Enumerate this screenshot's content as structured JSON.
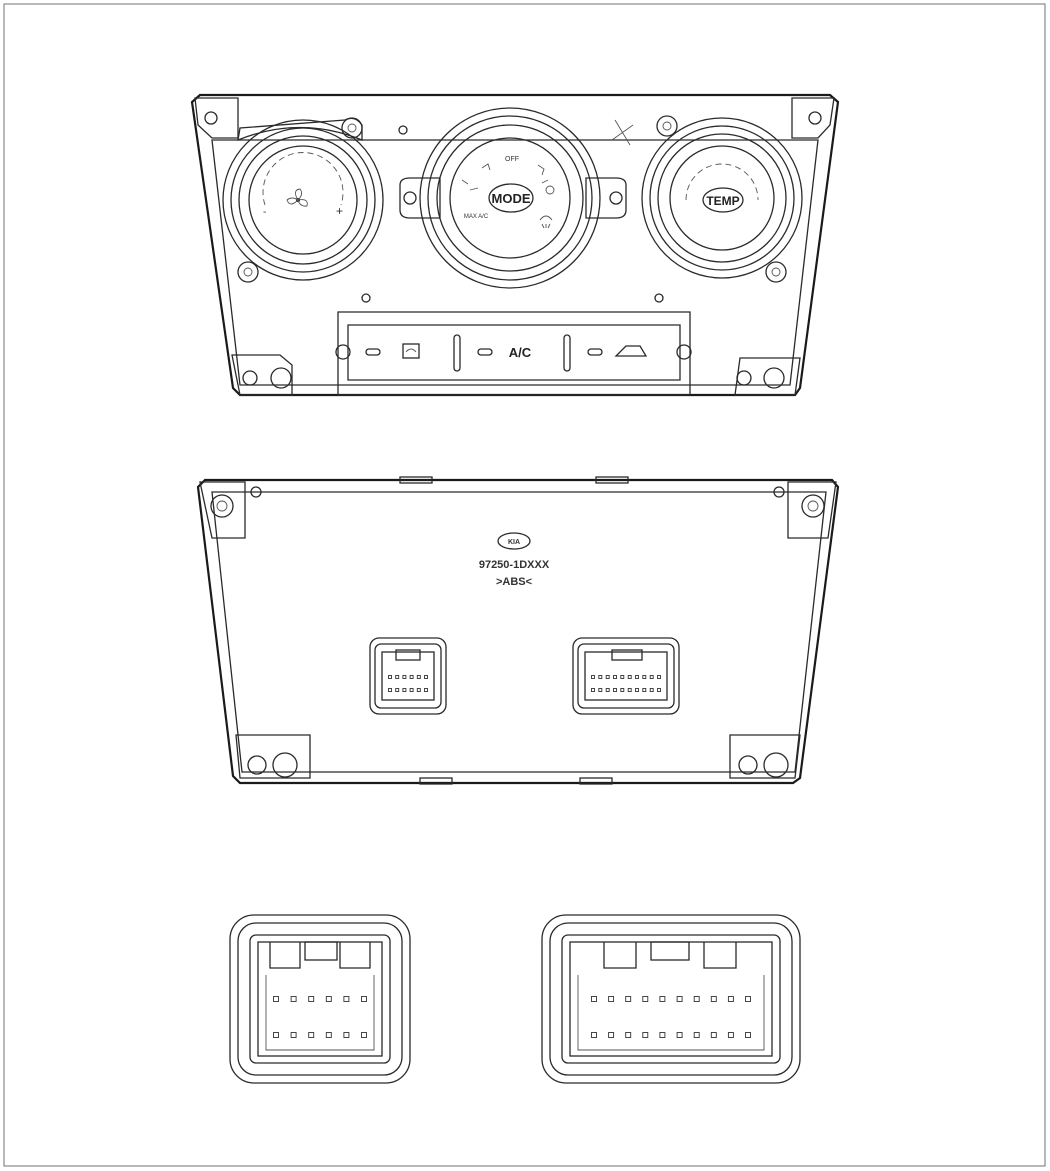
{
  "front_panel": {
    "mode_label": "MODE",
    "temp_label": "TEMP",
    "ac_label": "A/C",
    "off_label": "OFF",
    "recirc_label": "MAX A/C"
  },
  "rear_panel": {
    "part_number": "97250-1DXXX",
    "material": ">ABS<",
    "logo_text": "KIA"
  },
  "connectors": {
    "small_pins_per_row": 6,
    "large_pins_per_row": 10
  }
}
